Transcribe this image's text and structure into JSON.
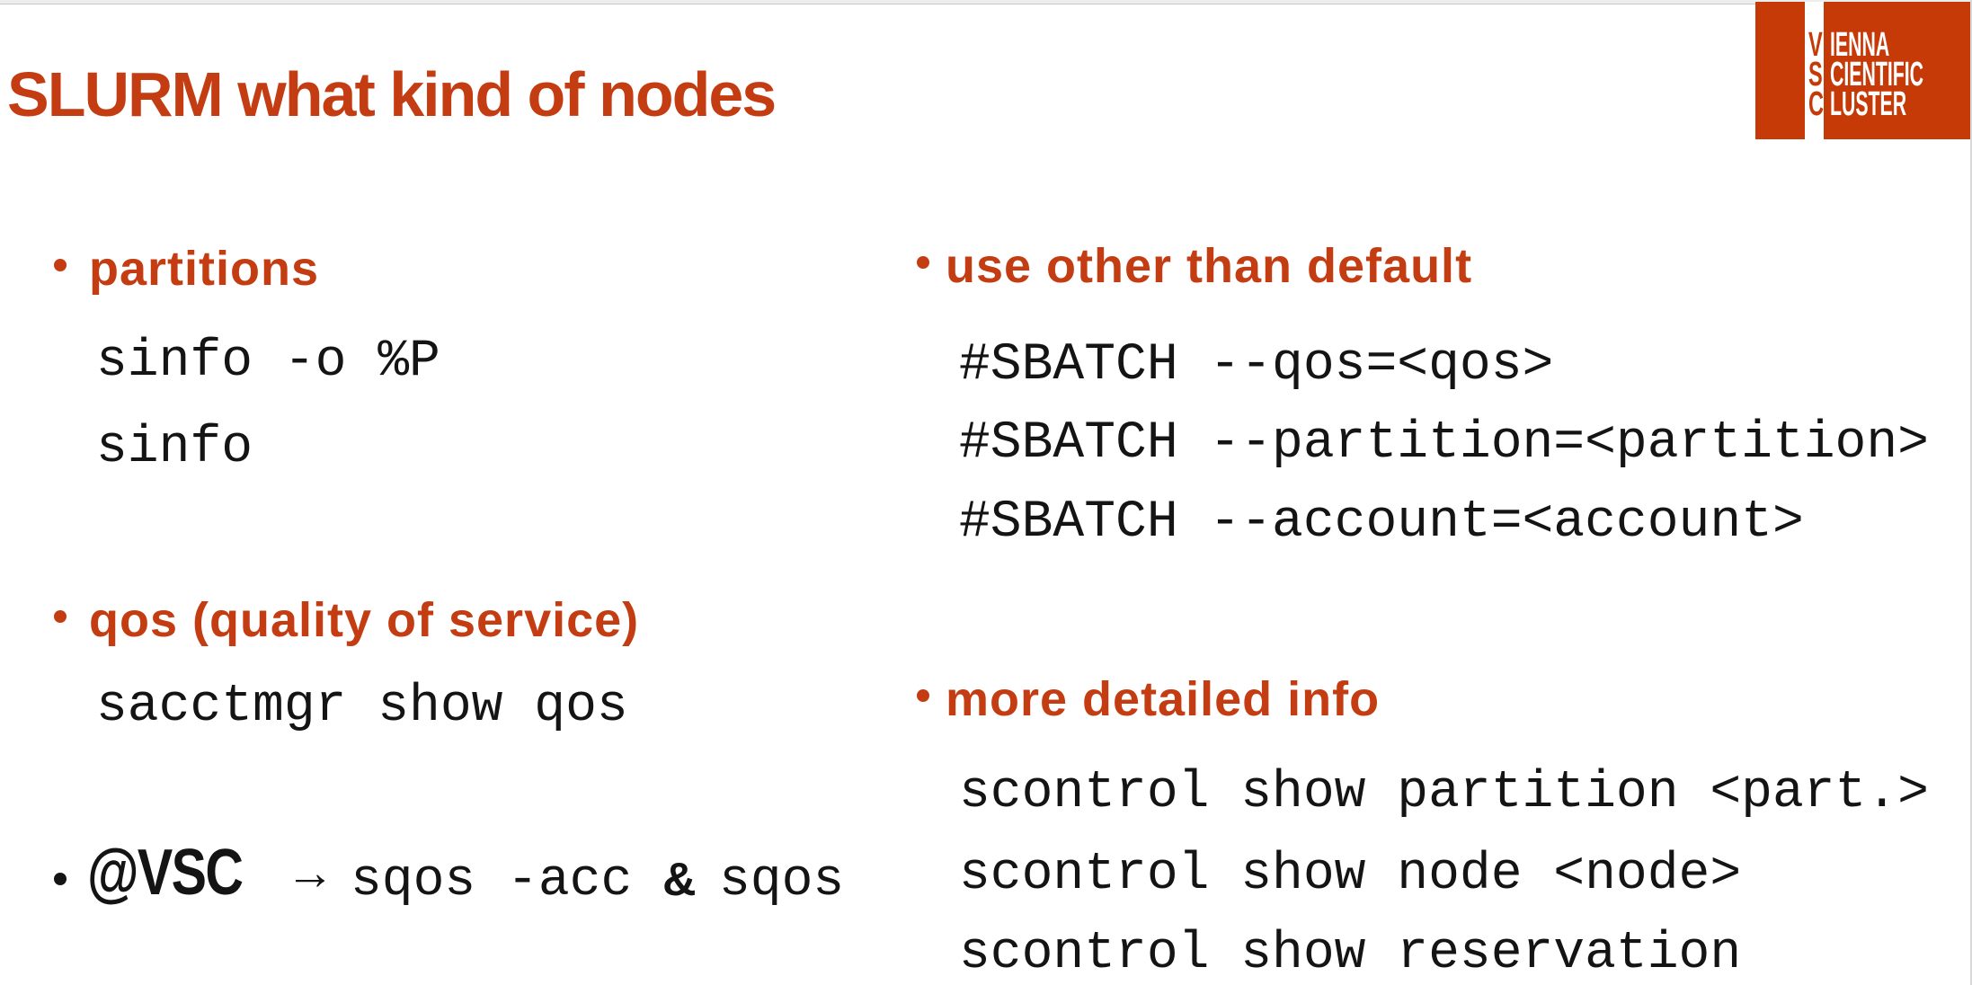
{
  "colors": {
    "accent": "#C43D12",
    "logo_red": "#C63A08",
    "text_black": "#141414",
    "background": "#ffffff"
  },
  "title": "SLURM what kind of nodes",
  "logo": {
    "initials": [
      "V",
      "S",
      "C"
    ],
    "words": [
      "IENNA",
      "CIENTIFIC",
      "LUSTER"
    ]
  },
  "left": {
    "h1": "partitions",
    "cmd1": "sinfo -o %P",
    "cmd2": "sinfo",
    "h2": "qos (quality of service)",
    "cmd3": "sacctmgr show qos",
    "vsc": {
      "at": "@VSC",
      "arrow": "→",
      "code1": "sqos -acc",
      "amp": "&",
      "code2": "sqos"
    }
  },
  "right": {
    "h1": "use other than default",
    "cmd1": "#SBATCH --qos=<qos>",
    "cmd2": "#SBATCH --partition=<partition>",
    "cmd3": "#SBATCH --account=<account>",
    "h2": "more detailed info",
    "cmd4": "scontrol show partition <part.>",
    "cmd5": "scontrol show node <node>",
    "cmd6": "scontrol show reservation"
  }
}
